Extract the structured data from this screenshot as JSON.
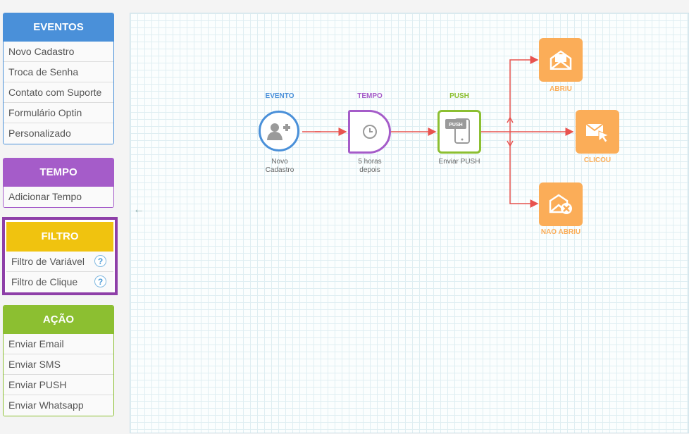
{
  "sidebar": {
    "eventos": {
      "title": "EVENTOS",
      "items": [
        "Novo Cadastro",
        "Troca de Senha",
        "Contato com Suporte",
        "Formulário Optin",
        "Personalizado"
      ]
    },
    "tempo": {
      "title": "TEMPO",
      "items": [
        "Adicionar Tempo"
      ]
    },
    "filtro": {
      "title": "FILTRO",
      "items": [
        "Filtro de Variável",
        "Filtro de Clique"
      ],
      "help_glyph": "?"
    },
    "acao": {
      "title": "AÇÃO",
      "items": [
        "Enviar Email",
        "Enviar SMS",
        "Enviar PUSH",
        "Enviar Whatsapp"
      ]
    }
  },
  "canvas": {
    "back_arrow": "←",
    "nodes": {
      "evento": {
        "label": "EVENTO",
        "caption_line1": "Novo",
        "caption_line2": "Cadastro",
        "icon": "add-user-icon"
      },
      "tempo": {
        "label": "TEMPO",
        "caption_line1": "5 horas",
        "caption_line2": "depois",
        "icon": "clock-icon"
      },
      "push": {
        "label": "PUSH",
        "caption": "Enviar PUSH",
        "badge": "PUSH",
        "icon": "phone-push-icon"
      },
      "abriu": {
        "label": "ABRIU",
        "icon": "open-envelope-icon"
      },
      "clicou": {
        "label": "CLICOU",
        "icon": "envelope-click-icon"
      },
      "nao_abriu": {
        "label": "NAO ABRIU",
        "icon": "envelope-x-icon"
      }
    }
  },
  "colors": {
    "evento": "#4a90d9",
    "tempo": "#a55cc9",
    "push": "#8cbf31",
    "filtro": "#f0c30f",
    "filtro_border": "#8e3fa8",
    "result": "#fbad58",
    "connector": "#e8534f"
  }
}
